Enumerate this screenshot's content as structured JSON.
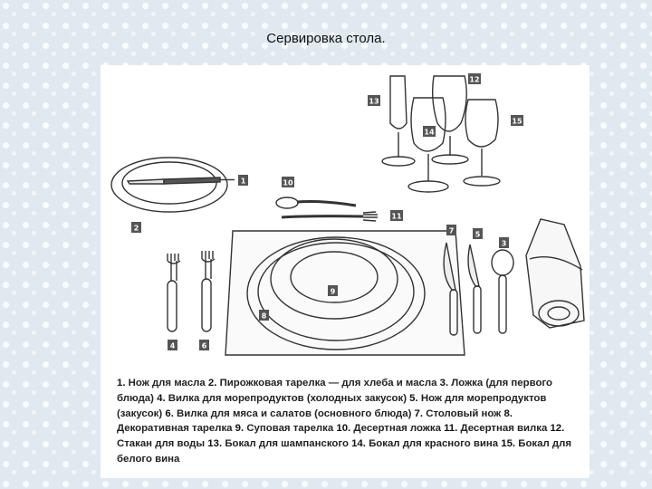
{
  "title": "Сервировка стола.",
  "labels": [
    "1",
    "2",
    "3",
    "4",
    "5",
    "6",
    "7",
    "8",
    "9",
    "10",
    "11",
    "12",
    "13",
    "14",
    "15"
  ],
  "legend": [
    {
      "num": "1.",
      "text": "Нож для масла"
    },
    {
      "num": "2.",
      "text": "Пирожковая тарелка — для хлеба и масла"
    },
    {
      "num": "3.",
      "text": "Ложка (для первого блюда)"
    },
    {
      "num": "4.",
      "text": "Вилка для морепродуктов (холодных закусок)"
    },
    {
      "num": "5.",
      "text": "Нож для морепродуктов (закусок)"
    },
    {
      "num": "6.",
      "text": "Вилка для мяса и салатов (основного блюда)"
    },
    {
      "num": "7.",
      "text": "Столовый нож"
    },
    {
      "num": "8.",
      "text": "Декоративная тарелка"
    },
    {
      "num": "9.",
      "text": "Суповая тарелка"
    },
    {
      "num": "10.",
      "text": "Десертная ложка"
    },
    {
      "num": "11.",
      "text": "Десертная вилка"
    },
    {
      "num": "12.",
      "text": "Стакан для воды"
    },
    {
      "num": "13.",
      "text": "Бокал для шампанского"
    },
    {
      "num": "14.",
      "text": "Бокал для красного вина"
    },
    {
      "num": "15.",
      "text": "Бокал для белого вина"
    }
  ]
}
